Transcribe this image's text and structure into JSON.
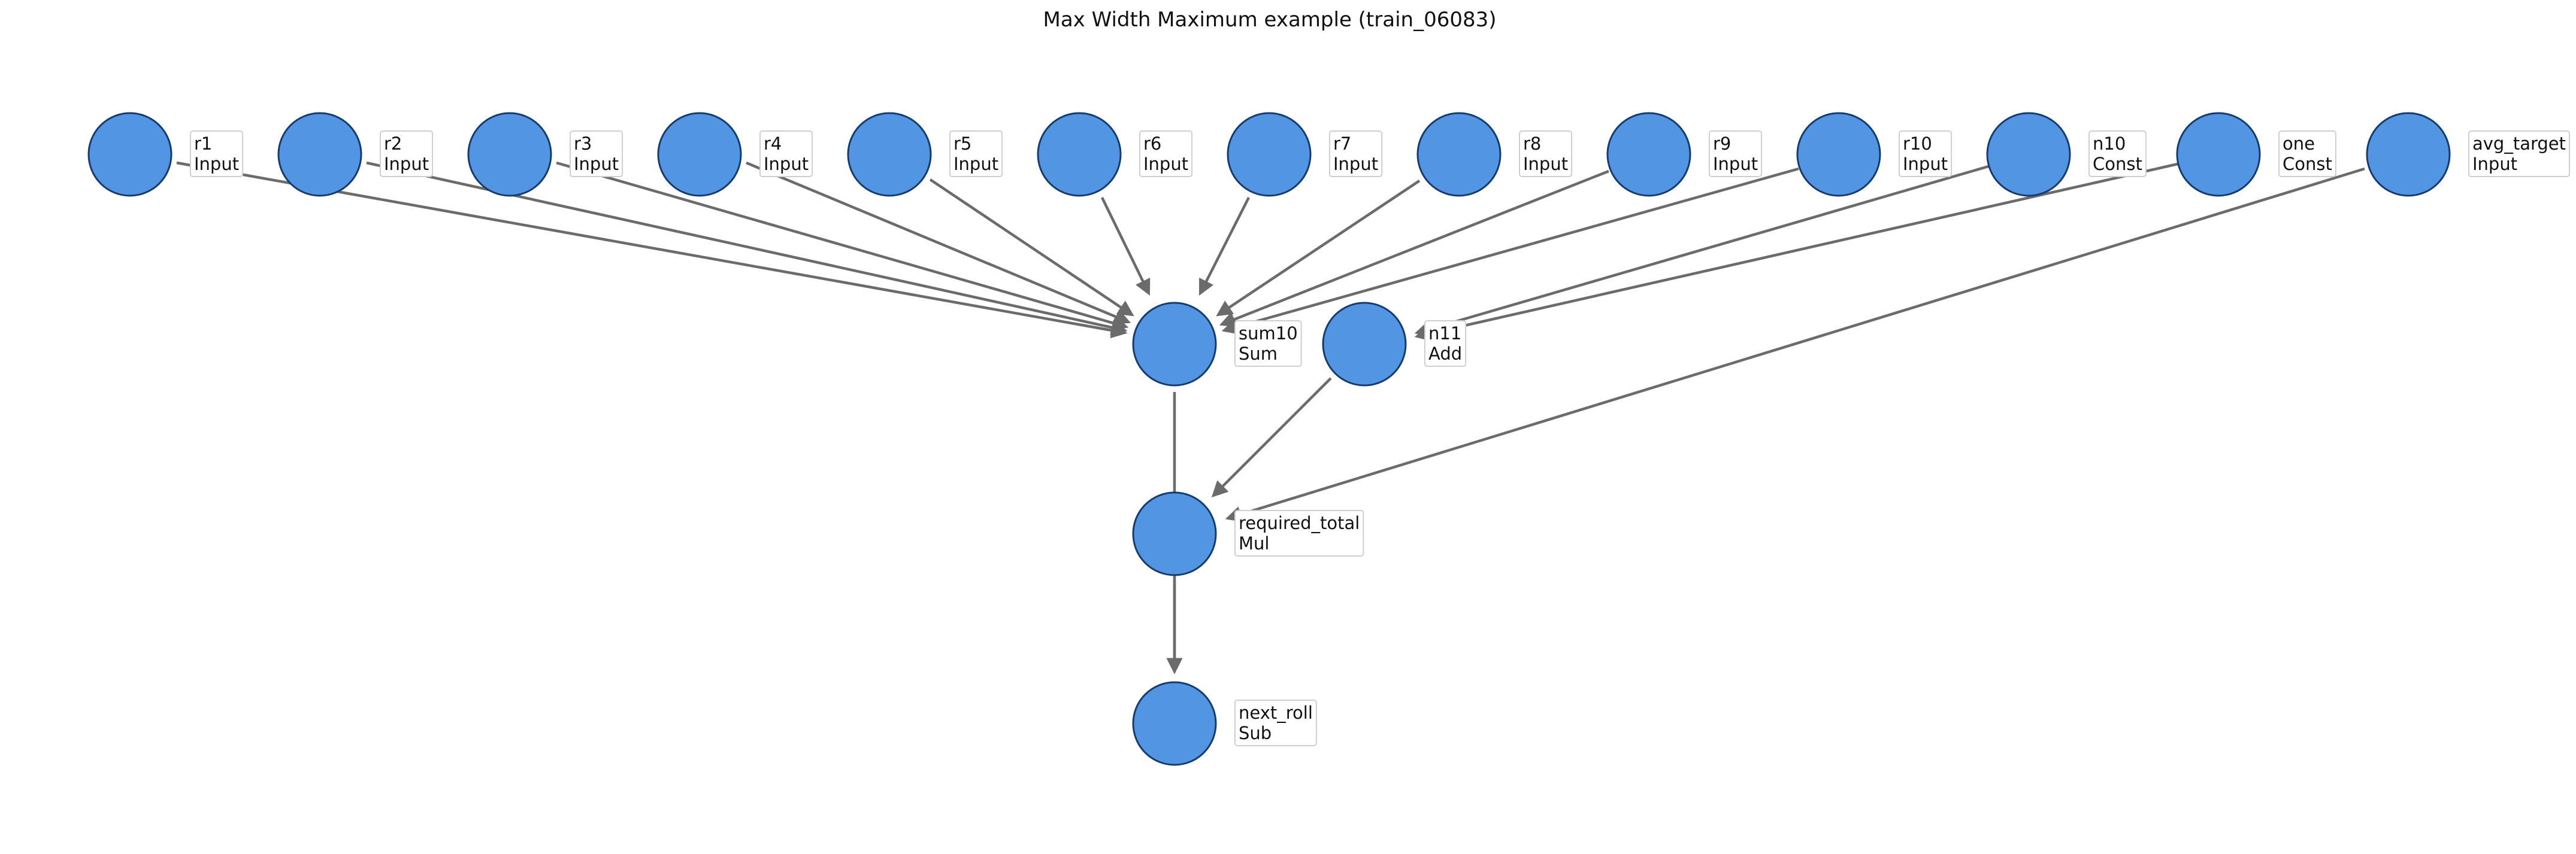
{
  "title": "Max Width Maximum example (train_06083)",
  "colors": {
    "node_fill": "#5195e3",
    "node_stroke": "#163b6e",
    "edge": "#6b6b6b",
    "label_border": "#cfcfcf"
  },
  "nodes": [
    {
      "id": "r1",
      "name": "r1",
      "op": "Input"
    },
    {
      "id": "r2",
      "name": "r2",
      "op": "Input"
    },
    {
      "id": "r3",
      "name": "r3",
      "op": "Input"
    },
    {
      "id": "r4",
      "name": "r4",
      "op": "Input"
    },
    {
      "id": "r5",
      "name": "r5",
      "op": "Input"
    },
    {
      "id": "r6",
      "name": "r6",
      "op": "Input"
    },
    {
      "id": "r7",
      "name": "r7",
      "op": "Input"
    },
    {
      "id": "r8",
      "name": "r8",
      "op": "Input"
    },
    {
      "id": "r9",
      "name": "r9",
      "op": "Input"
    },
    {
      "id": "r10",
      "name": "r10",
      "op": "Input"
    },
    {
      "id": "n10",
      "name": "n10",
      "op": "Const"
    },
    {
      "id": "one",
      "name": "one",
      "op": "Const"
    },
    {
      "id": "avg_target",
      "name": "avg_target",
      "op": "Input"
    },
    {
      "id": "sum10",
      "name": "sum10",
      "op": "Sum"
    },
    {
      "id": "n11",
      "name": "n11",
      "op": "Add"
    },
    {
      "id": "required_total",
      "name": "required_total",
      "op": "Mul"
    },
    {
      "id": "next_roll",
      "name": "next_roll",
      "op": "Sub"
    }
  ],
  "edges": [
    {
      "from": "r1",
      "to": "sum10"
    },
    {
      "from": "r2",
      "to": "sum10"
    },
    {
      "from": "r3",
      "to": "sum10"
    },
    {
      "from": "r4",
      "to": "sum10"
    },
    {
      "from": "r5",
      "to": "sum10"
    },
    {
      "from": "r6",
      "to": "sum10"
    },
    {
      "from": "r7",
      "to": "sum10"
    },
    {
      "from": "r8",
      "to": "sum10"
    },
    {
      "from": "r9",
      "to": "sum10"
    },
    {
      "from": "r10",
      "to": "sum10"
    },
    {
      "from": "n10",
      "to": "n11"
    },
    {
      "from": "one",
      "to": "n11"
    },
    {
      "from": "sum10",
      "to": "next_roll"
    },
    {
      "from": "n11",
      "to": "required_total"
    },
    {
      "from": "avg_target",
      "to": "required_total"
    },
    {
      "from": "required_total",
      "to": "next_roll"
    }
  ]
}
